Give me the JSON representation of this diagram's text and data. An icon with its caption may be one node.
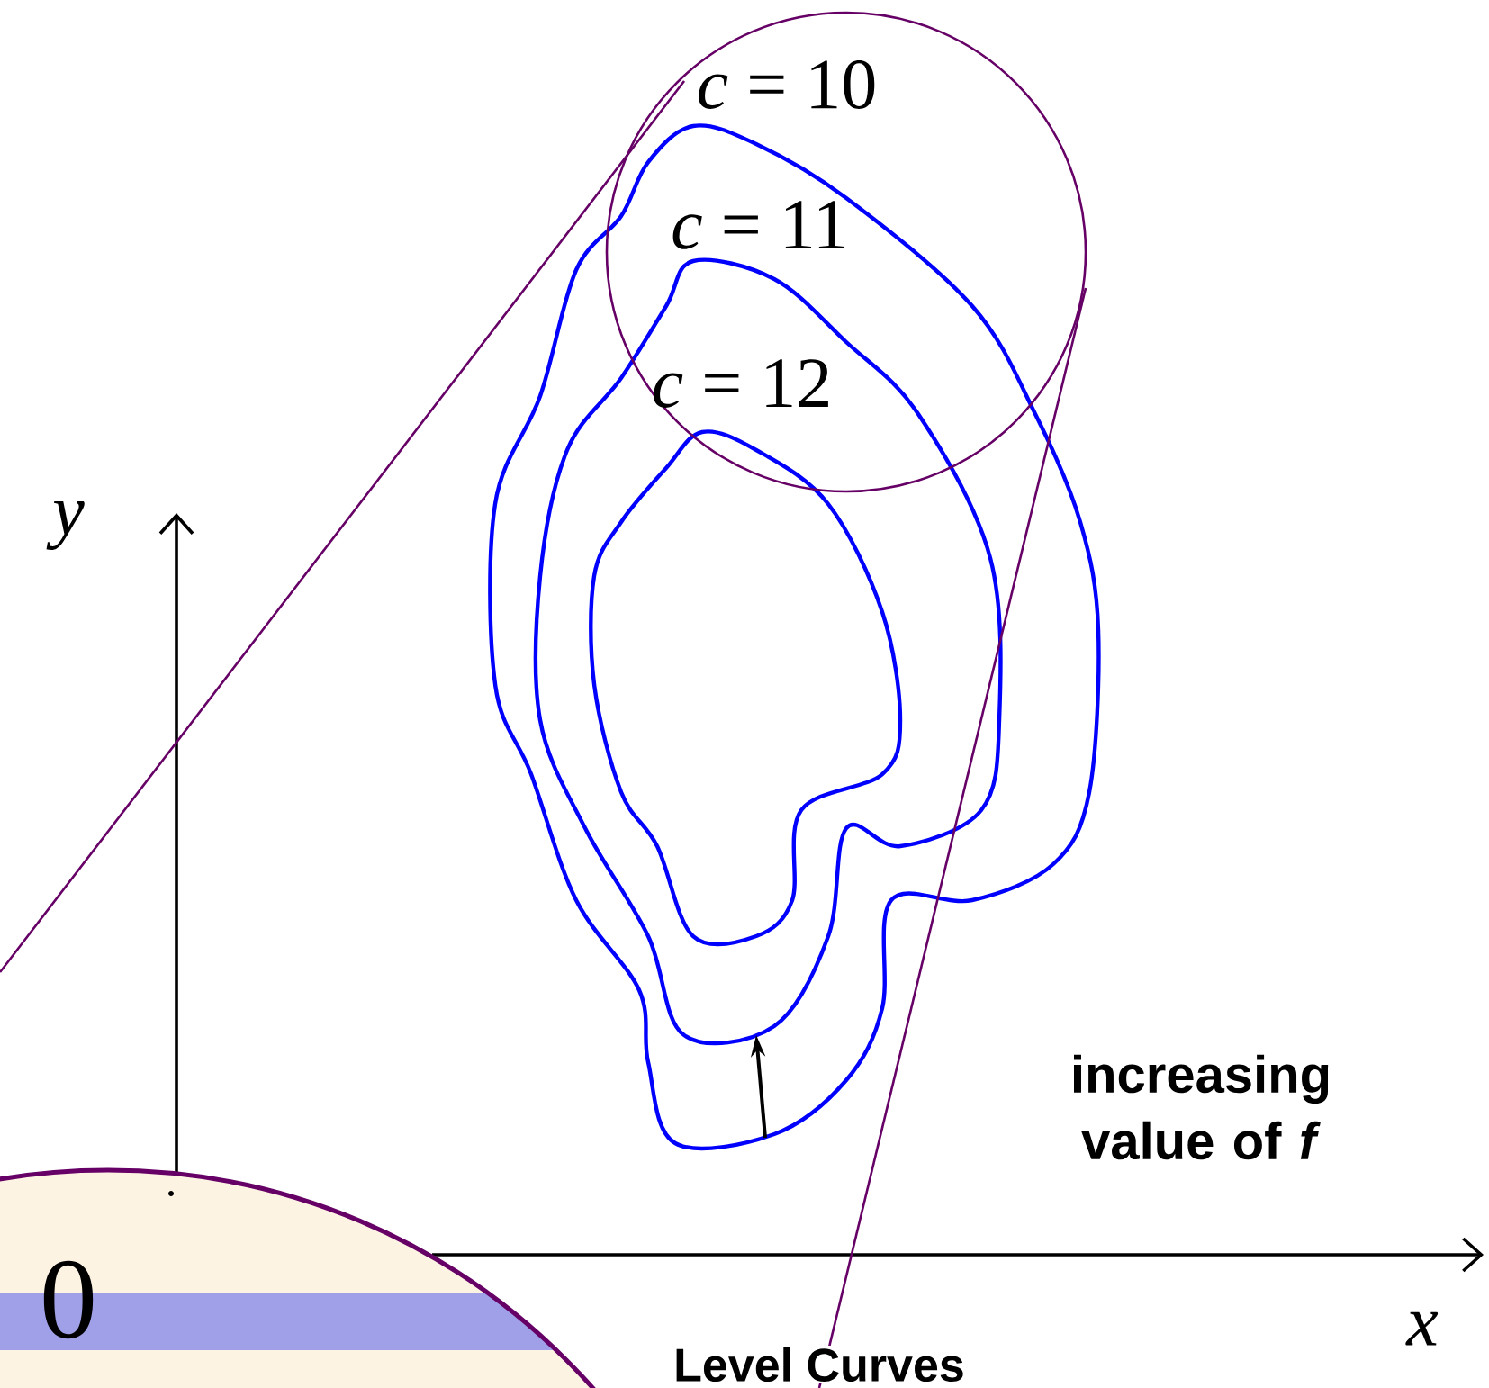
{
  "diagram": {
    "caption": "Level Curves",
    "labels": [
      "*c* = 10",
      "*c* = 11",
      "*c* = 12",
      "*y*",
      "0",
      "increasing value of *f*",
      "*x*"
    ]
  }
}
